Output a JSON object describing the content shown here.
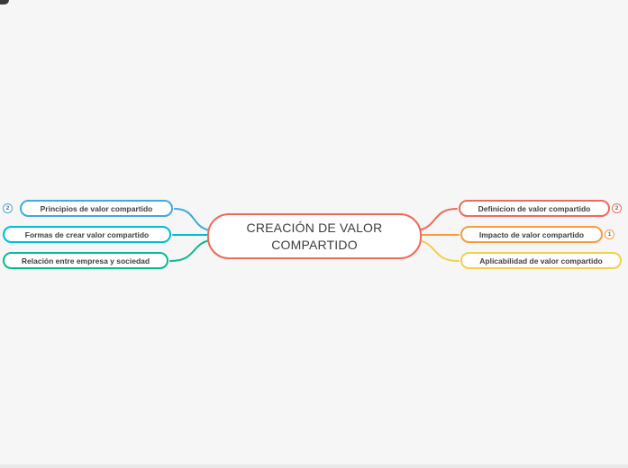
{
  "canvas": {
    "background": "#f6f6f6"
  },
  "mindmap": {
    "center": {
      "label": "CREACIÓN DE VALOR COMPARTIDO",
      "color": "#ee6a5c"
    },
    "left_topics": [
      {
        "label": "Principios de valor compartido",
        "color": "#3fa9e0",
        "badge": "2"
      },
      {
        "label": "Formas de crear valor compartido",
        "color": "#00bcd4"
      },
      {
        "label": "Relación entre empresa y sociedad",
        "color": "#09b98f"
      }
    ],
    "right_topics": [
      {
        "label": "Definicion de valor compartido",
        "color": "#ee6a5c",
        "badge": "2"
      },
      {
        "label": "Impacto de valor compartido",
        "color": "#f79b3e",
        "badge": "1"
      },
      {
        "label": "Aplicabilidad de valor compartido",
        "color": "#f2cf4e"
      }
    ]
  }
}
